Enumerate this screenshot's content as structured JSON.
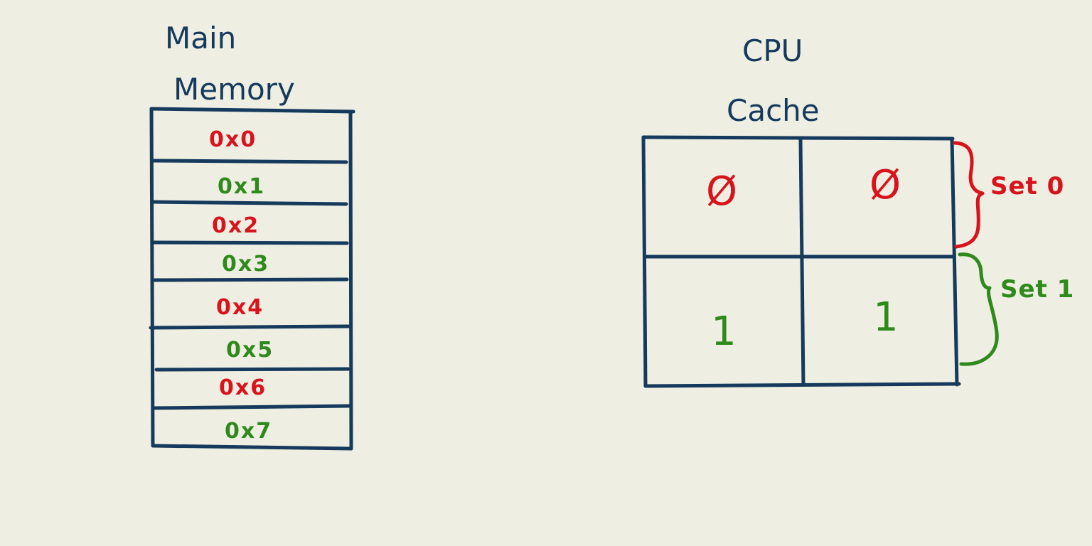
{
  "colors": {
    "background": "#eeeee2",
    "ink": "#153a5c",
    "red": "#d8131c",
    "green": "#2f8a1c"
  },
  "memory": {
    "title_line1": "Main",
    "title_line2": "Memory",
    "cells": [
      {
        "label": "0x0",
        "set": 0
      },
      {
        "label": "0x1",
        "set": 1
      },
      {
        "label": "0x2",
        "set": 0
      },
      {
        "label": "0x3",
        "set": 1
      },
      {
        "label": "0x4",
        "set": 0
      },
      {
        "label": "0x5",
        "set": 1
      },
      {
        "label": "0x6",
        "set": 0
      },
      {
        "label": "0x7",
        "set": 1
      }
    ]
  },
  "cache": {
    "title_line1": "CPU",
    "title_line2": "Cache",
    "sets": [
      {
        "label": "Set 0",
        "lines": [
          "Ø",
          "Ø"
        ],
        "set": 0
      },
      {
        "label": "Set 1",
        "lines": [
          "1",
          "1"
        ],
        "set": 1
      }
    ]
  }
}
